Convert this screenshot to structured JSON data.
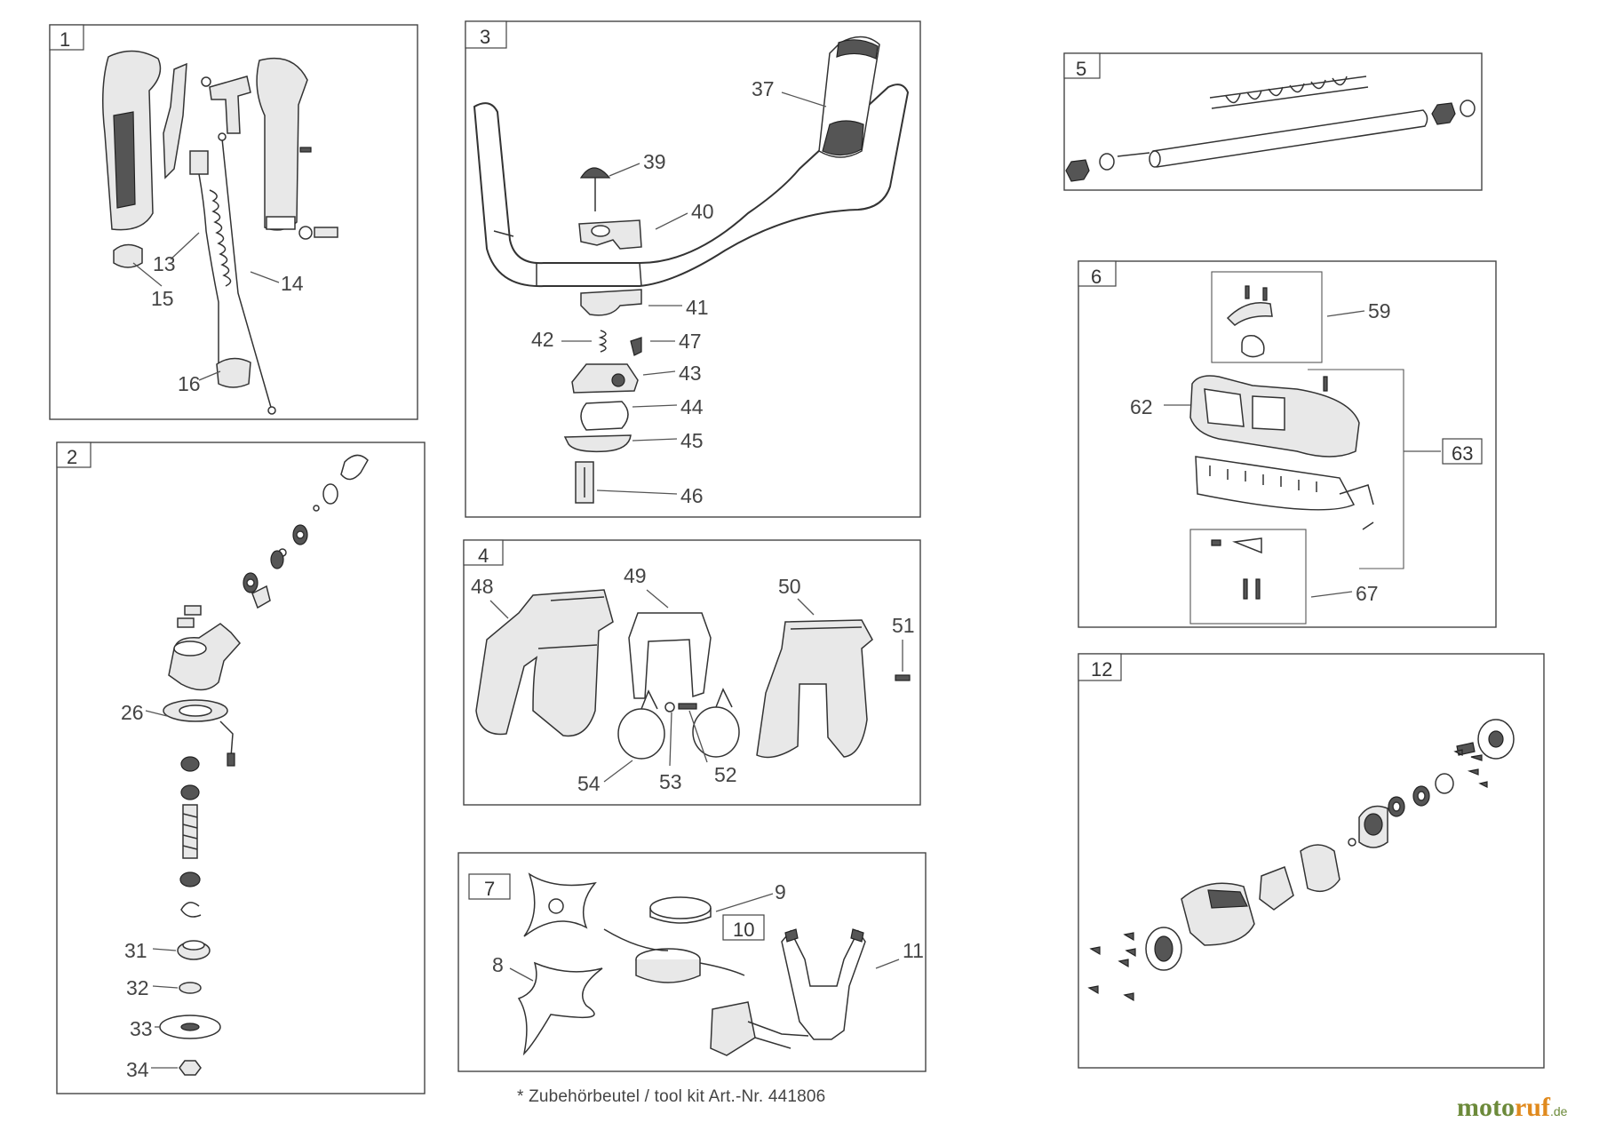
{
  "groups": {
    "g1": "1",
    "g2": "2",
    "g3": "3",
    "g4": "4",
    "g5": "5",
    "g6": "6",
    "g7": "7",
    "g10": "10",
    "g12": "12",
    "g63": "63"
  },
  "labels": {
    "p13": "13",
    "p14": "14",
    "p15": "15",
    "p16": "16",
    "p26": "26",
    "p31": "31",
    "p32": "32",
    "p33": "33",
    "p34": "34",
    "p37": "37",
    "p39": "39",
    "p40": "40",
    "p41": "41",
    "p42": "42",
    "p43": "43",
    "p44": "44",
    "p45": "45",
    "p46": "46",
    "p47": "47",
    "p48": "48",
    "p49": "49",
    "p50": "50",
    "p51": "51",
    "p52": "52",
    "p53": "53",
    "p54": "54",
    "p59": "59",
    "p62": "62",
    "p67": "67",
    "p8": "8",
    "p9": "9",
    "p11": "11"
  },
  "footer": {
    "note": "* Zubehörbeutel / tool kit   Art.-Nr. 441806"
  },
  "brand": {
    "part1": "moto",
    "part2": "ruf",
    "suffix": ".de"
  }
}
